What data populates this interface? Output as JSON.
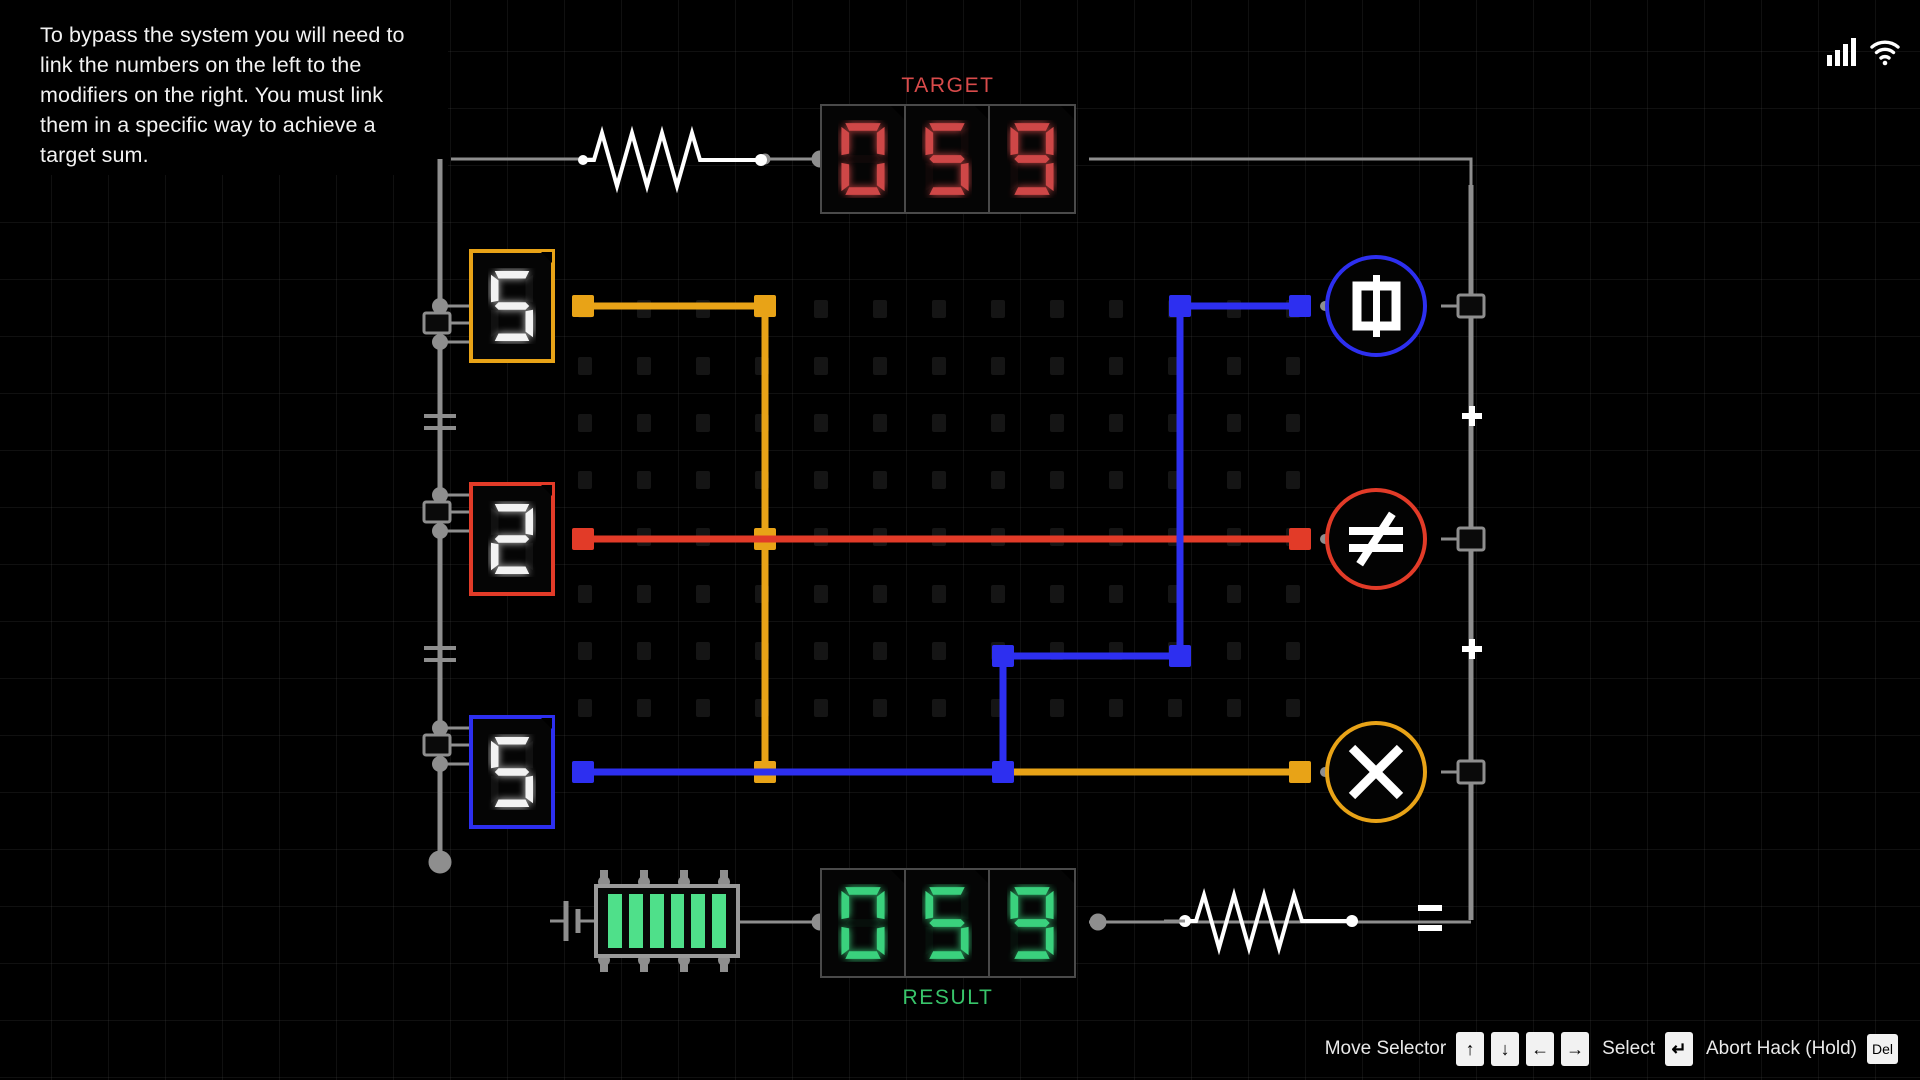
{
  "instructions": {
    "text": "To bypass the system you will need to link the numbers on the left to the modifiers on the right. You must link them in a specific way to achieve a target sum."
  },
  "status": {
    "signal_icon": "signal-bars-icon",
    "wifi_icon": "wifi-icon"
  },
  "target": {
    "label": "TARGET",
    "digits": [
      "0",
      "5",
      "9"
    ],
    "color": "#d94b4b"
  },
  "result": {
    "label": "RESULT",
    "digits": [
      "0",
      "5",
      "9"
    ],
    "color": "#3ddc84"
  },
  "numbers": [
    {
      "value": "5",
      "color": "#e8a317",
      "color_name": "orange"
    },
    {
      "value": "2",
      "color": "#e23b28",
      "color_name": "red"
    },
    {
      "value": "5",
      "color": "#2d2ff0",
      "color_name": "blue"
    }
  ],
  "modifiers": [
    {
      "symbol": "phi-icon",
      "glyph": "Φ",
      "color": "#2d2ff0",
      "color_name": "blue"
    },
    {
      "symbol": "not-equal-icon",
      "glyph": "≠",
      "color": "#e23b28",
      "color_name": "red"
    },
    {
      "symbol": "multiply-icon",
      "glyph": "✕",
      "color": "#e8a317",
      "color_name": "orange"
    }
  ],
  "operators": [
    "+",
    "+",
    "="
  ],
  "chip": {
    "name": "ic-chip",
    "bar_count": 6,
    "bar_color": "#4fe08a"
  },
  "wires": {
    "orange": "#e8a317",
    "red": "#e23b28",
    "blue": "#2d2ff0",
    "rail": "#8e8e8e"
  },
  "controls": [
    {
      "label": "Move Selector",
      "keys": [
        "↑",
        "↓",
        "←",
        "→"
      ]
    },
    {
      "label": "Select",
      "keys": [
        "↵"
      ]
    },
    {
      "label": "Abort Hack (Hold)",
      "keys": [
        "Del"
      ]
    }
  ]
}
